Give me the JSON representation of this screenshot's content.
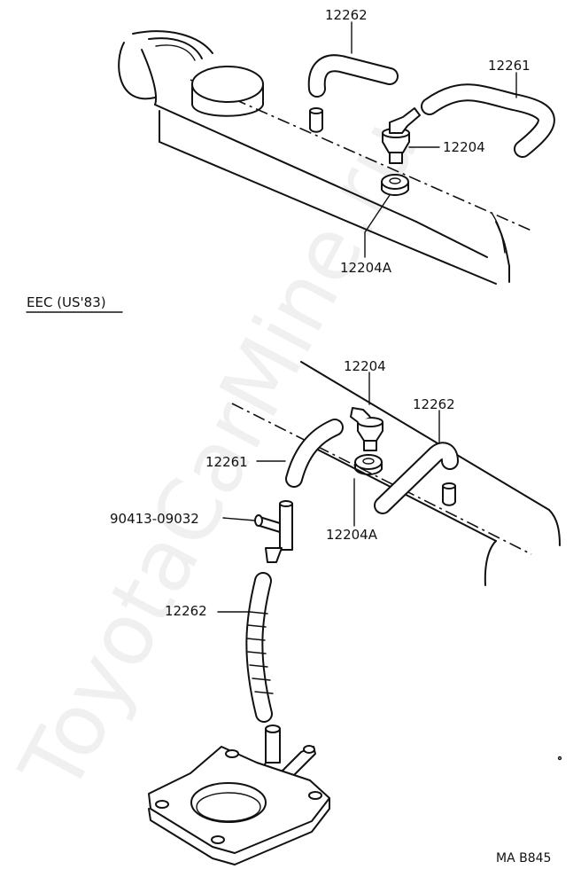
{
  "labels": {
    "top_12262": "12262",
    "top_12261": "12261",
    "top_12204": "12204",
    "top_12204A": "12204A",
    "section": "EEC (US'83)",
    "bot_12204": "12204",
    "bot_12262_right": "12262",
    "bot_12261": "12261",
    "bot_90413": "90413-09032",
    "bot_12204A": "12204A",
    "bot_12262_hose": "12262",
    "code": "MA B845"
  },
  "watermark": "ToyotaCarMine.ru",
  "colors": {
    "ink": "#111111",
    "paper": "#ffffff"
  }
}
